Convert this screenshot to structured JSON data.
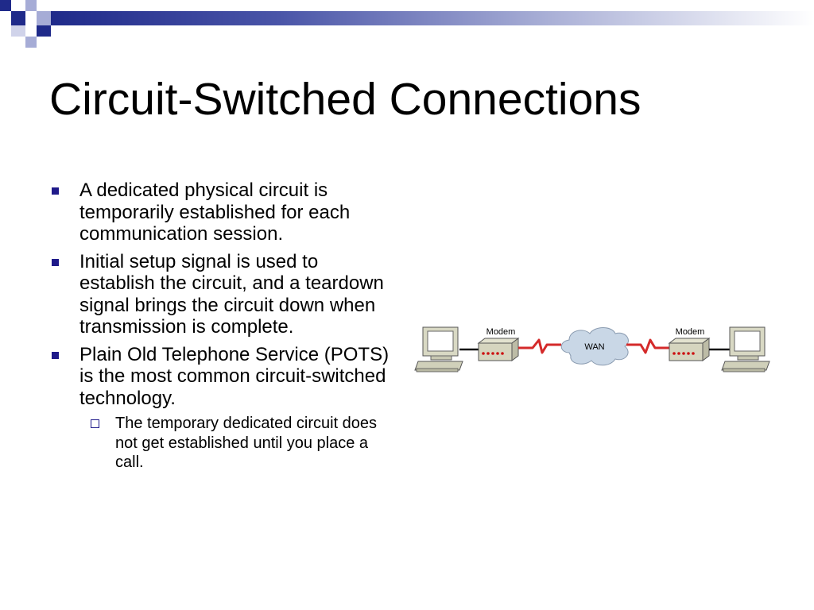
{
  "slide": {
    "title": "Circuit-Switched Connections",
    "bullets": [
      "A dedicated physical circuit is temporarily established for each communication session.",
      "Initial setup signal is used to establish the circuit, and a teardown signal brings the circuit down when transmission is complete.",
      "Plain Old Telephone Service (POTS) is the most common circuit-switched technology."
    ],
    "sub_bullets": [
      "The temporary dedicated circuit does not get established until you place a call."
    ]
  },
  "diagram": {
    "modem_left_label": "Modem",
    "modem_right_label": "Modem",
    "cloud_label": "WAN"
  },
  "colors": {
    "accent": "#1f1a8a",
    "link_line": "#d42a2a",
    "modem_leds": "#cc1111",
    "cloud": "#c9d7e6"
  }
}
